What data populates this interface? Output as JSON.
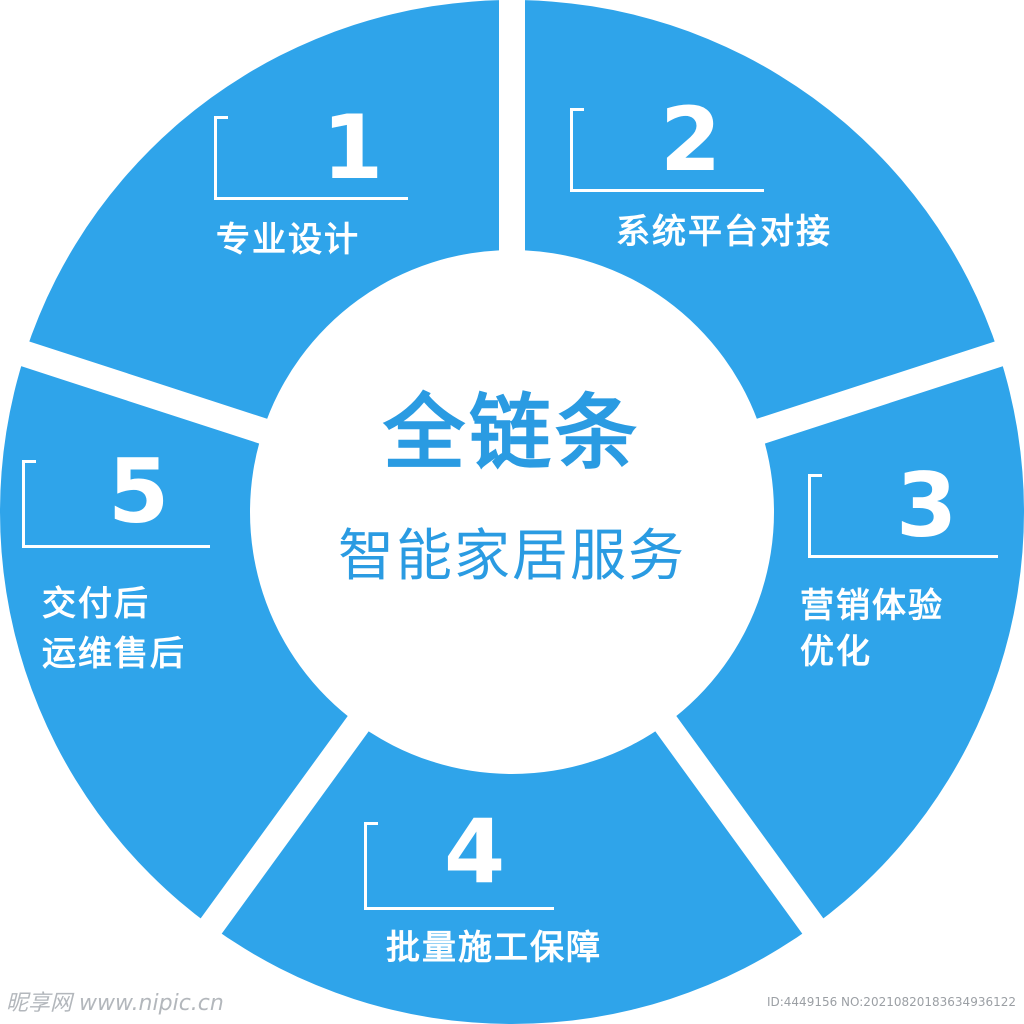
{
  "colors": {
    "segment": "#2fa4ea",
    "center_text": "#2a9be2",
    "label": "#ffffff",
    "background": "#ffffff"
  },
  "center": {
    "title": "全链条",
    "subtitle": "智能家居服务"
  },
  "segments": [
    {
      "number": "1",
      "label_lines": [
        "专业设计"
      ]
    },
    {
      "number": "2",
      "label_lines": [
        "系统平台对接"
      ]
    },
    {
      "number": "3",
      "label_lines": [
        "营销体验",
        "优化"
      ]
    },
    {
      "number": "4",
      "label_lines": [
        "批量施工保障"
      ]
    },
    {
      "number": "5",
      "label_lines": [
        "交付后",
        "运维售后"
      ]
    }
  ],
  "watermark": {
    "left": "昵享网 www.nipic.cn",
    "right": "ID:4449156 NO:20210820183634936122"
  }
}
